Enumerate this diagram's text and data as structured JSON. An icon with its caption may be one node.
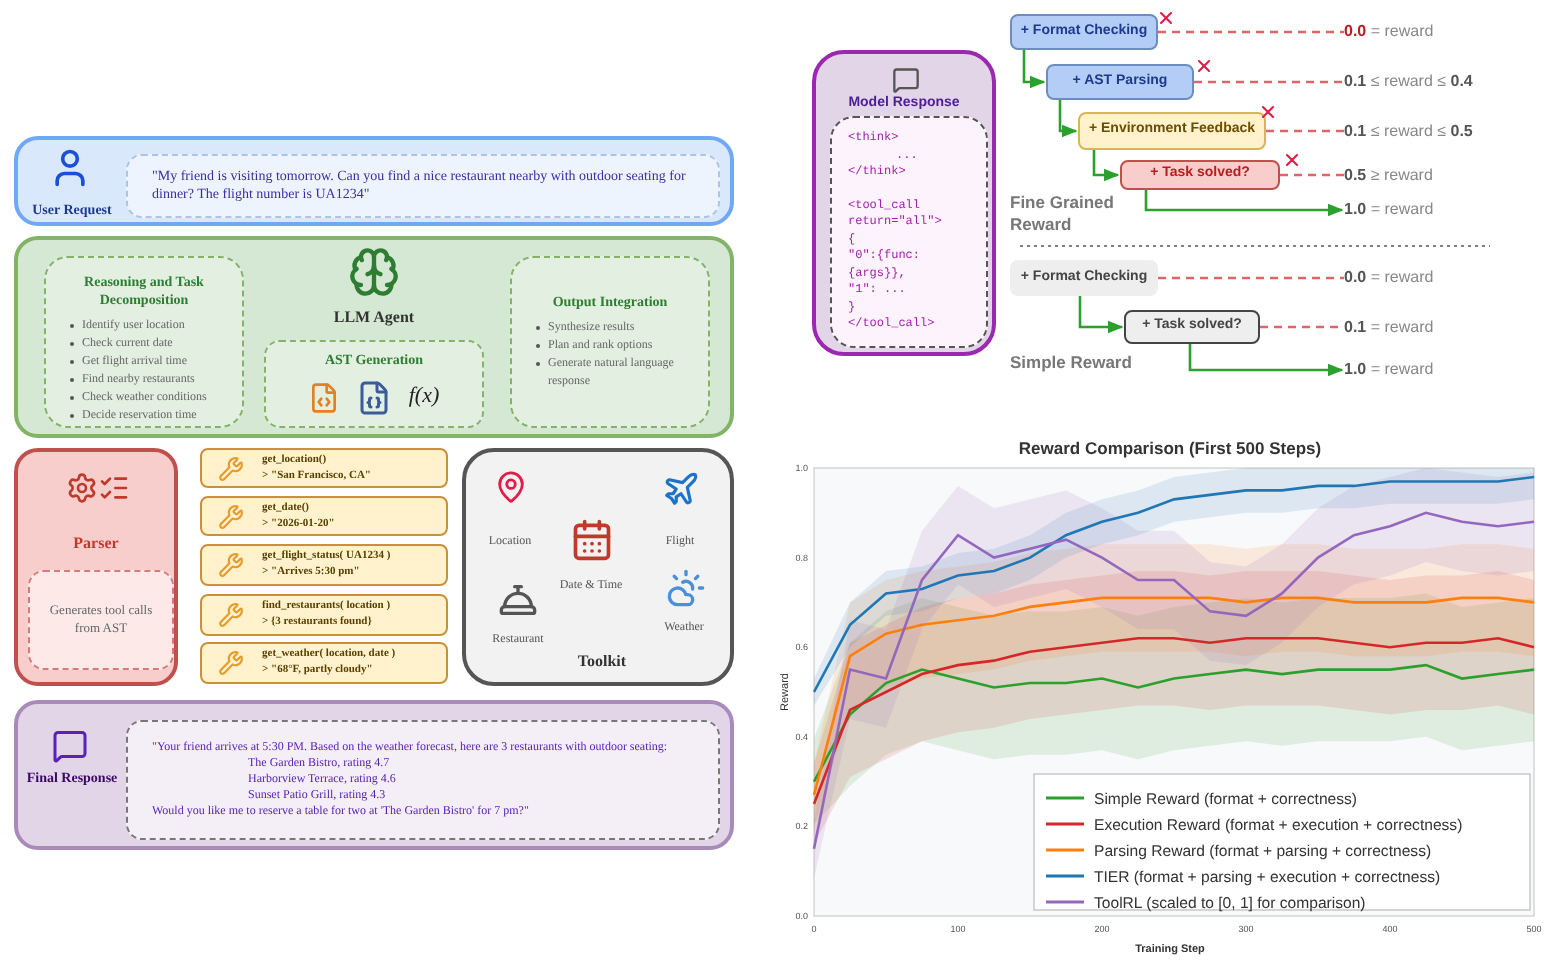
{
  "diagram": {
    "nodes": [
      {
        "text": [
          "User Request"
        ]
      },
      {
        "text": [
          "\"My friend is visiting tomorrow. Can you find a nice restaurant nearby with outdoor seating for dinner? The flight number is UA1234\""
        ],
        "in": 0
      },
      {
        "text": [
          "LLM Agent"
        ]
      },
      {
        "text": [
          "Reasoning and Task Decomposition",
          "Identify user location",
          "Check current date",
          "Get flight arrival time",
          "Find nearby restaurants",
          "Check weather conditions",
          "Decide reservation time"
        ],
        "in": 2
      },
      {
        "text": [
          "AST Generation",
          "f(x)"
        ],
        "in": 2
      },
      {
        "text": [
          "Output Integration",
          "Synthesize results",
          "Plan and rank options",
          "Generate natural language response"
        ],
        "in": 2
      },
      {
        "text": [
          "Parser"
        ]
      },
      {
        "text": [
          "Generates tool calls from AST"
        ],
        "in": 6
      },
      {
        "text": [
          "get_location()",
          "> \"San Francisco, CA\""
        ]
      },
      {
        "text": [
          "get_date()",
          "> \"2026-01-20\""
        ]
      },
      {
        "text": [
          "get_flight_status( UA1234 )",
          "> \"Arrives 5:30 pm\""
        ]
      },
      {
        "text": [
          "find_restaurants( location )",
          "> {3 restaurants found}"
        ]
      },
      {
        "text": [
          "get_weather( location, date )",
          "> \"68°F, partly cloudy\""
        ]
      },
      {
        "text": [
          "Location",
          "Flight",
          "Date & Time",
          "Weather",
          "Restaurant",
          "Toolkit"
        ]
      },
      {
        "text": [
          "Final Response"
        ]
      },
      {
        "text": [
          "\"Your friend arrives at 5:30 PM. Based on the weather forecast, here are 3 restaurants with outdoor seating:",
          "The Garden Bistro, rating 4.7",
          "Harborview Terrace, rating 4.6",
          "Sunset Patio Grill, rating 4.3",
          "Would you like me to reserve a table for two at 'The Garden Bistro' for 7 pm?\""
        ],
        "in": 14
      },
      {
        "text": [
          "Model Response"
        ]
      },
      {
        "text": [
          "<think>",
          "...",
          "</think>",
          "<tool_call return=\"all\">",
          "{",
          "\"0\":{func: {args}},",
          "\"1\": ...",
          "}",
          "</tool_call>"
        ],
        "in": 16
      },
      {
        "text": [
          "+ Format Checking"
        ]
      },
      {
        "text": [
          "+ AST Parsing"
        ]
      },
      {
        "text": [
          "+ Environment Feedback"
        ]
      },
      {
        "text": [
          "+ Task solved?"
        ]
      },
      {
        "text": [
          "**0.0** = reward"
        ]
      },
      {
        "text": [
          "**0.1** ≤ reward ≤ **0.4**"
        ]
      },
      {
        "text": [
          "**0.1** ≤ reward ≤ **0.5**"
        ]
      },
      {
        "text": [
          "**0.5** ≥ reward"
        ]
      },
      {
        "text": [
          "**1.0** = reward"
        ]
      },
      {
        "text": [
          "+ Format Checking"
        ]
      },
      {
        "text": [
          "+ Task solved?"
        ]
      },
      {
        "text": [
          "**0.0** = reward"
        ]
      },
      {
        "text": [
          "**0.1** = reward"
        ]
      },
      {
        "text": [
          "**1.0** = reward"
        ]
      }
    ],
    "edges": [
      {
        "from": 18,
        "to": 19,
        "arrow": "to"
      },
      {
        "from": 19,
        "to": 20,
        "arrow": "to"
      },
      {
        "from": 20,
        "to": 21,
        "arrow": "to"
      },
      {
        "from": 21,
        "to": 26,
        "arrow": "to"
      },
      {
        "from": 18,
        "to": 22,
        "arrow": "none",
        "style": "dashed",
        "color": "#e06666"
      },
      {
        "from": 19,
        "to": 23,
        "arrow": "none",
        "style": "dashed",
        "color": "#e06666"
      },
      {
        "from": 20,
        "to": 24,
        "arrow": "none",
        "style": "dashed",
        "color": "#e06666"
      },
      {
        "from": 21,
        "to": 25,
        "arrow": "none",
        "style": "dashed",
        "color": "#e06666"
      },
      {
        "from": 27,
        "to": 28,
        "arrow": "to"
      },
      {
        "from": 28,
        "to": 31,
        "arrow": "to"
      },
      {
        "from": 27,
        "to": 29,
        "arrow": "none",
        "style": "dashed",
        "color": "#e06666"
      },
      {
        "from": 28,
        "to": 30,
        "arrow": "none",
        "style": "dashed",
        "color": "#e06666"
      }
    ],
    "labels": [
      "Fine Grained Reward",
      "Simple Reward"
    ],
    "chart_data": {
      "type": "line",
      "title": "Reward Comparison (First 500 Steps)",
      "xlabel": "Training Step",
      "ylabel": "Reward",
      "x": [
        0,
        25,
        50,
        75,
        100,
        125,
        150,
        175,
        200,
        225,
        250,
        275,
        300,
        325,
        350,
        375,
        400,
        425,
        450,
        475,
        500
      ],
      "series": [
        {
          "name": "Simple Reward (format + correctness)",
          "color": "#2ca02c",
          "values": [
            0.3,
            0.45,
            0.52,
            0.55,
            0.53,
            0.51,
            0.52,
            0.52,
            0.53,
            0.51,
            0.53,
            0.54,
            0.55,
            0.54,
            0.55,
            0.55,
            0.55,
            0.56,
            0.53,
            0.54,
            0.55
          ]
        },
        {
          "name": "Execution Reward (format + execution + correctness)",
          "color": "#d62728",
          "values": [
            0.25,
            0.46,
            0.5,
            0.54,
            0.56,
            0.57,
            0.59,
            0.6,
            0.61,
            0.62,
            0.62,
            0.61,
            0.62,
            0.62,
            0.62,
            0.61,
            0.6,
            0.61,
            0.61,
            0.62,
            0.6
          ]
        },
        {
          "name": "Parsing Reward (format + parsing + correctness)",
          "color": "#ff7f0e",
          "values": [
            0.27,
            0.58,
            0.63,
            0.65,
            0.66,
            0.67,
            0.69,
            0.7,
            0.71,
            0.71,
            0.71,
            0.71,
            0.7,
            0.71,
            0.71,
            0.7,
            0.7,
            0.7,
            0.71,
            0.71,
            0.7
          ]
        },
        {
          "name": "TIER (format + parsing + execution + correctness)",
          "color": "#1f77b4",
          "values": [
            0.5,
            0.65,
            0.72,
            0.73,
            0.76,
            0.77,
            0.8,
            0.85,
            0.88,
            0.9,
            0.93,
            0.94,
            0.95,
            0.95,
            0.96,
            0.96,
            0.97,
            0.97,
            0.97,
            0.97,
            0.98
          ]
        },
        {
          "name": "ToolRL (scaled to [0, 1] for comparison)",
          "color": "#9467bd",
          "values": [
            0.15,
            0.55,
            0.53,
            0.75,
            0.85,
            0.8,
            0.82,
            0.84,
            0.8,
            0.75,
            0.75,
            0.68,
            0.67,
            0.72,
            0.8,
            0.85,
            0.87,
            0.9,
            0.88,
            0.87,
            0.88
          ]
        }
      ],
      "legend": "lower right",
      "xlim": [
        0,
        500
      ],
      "ylim": [
        0,
        1
      ],
      "xticks": [
        0,
        100,
        200,
        300,
        400,
        500
      ],
      "yticks": [
        {
          "value": 0,
          "label": "0.0"
        },
        {
          "value": 0.2,
          "label": "0.2"
        },
        {
          "value": 0.4,
          "label": "0.4"
        },
        {
          "value": 0.6,
          "label": "0.6"
        },
        {
          "value": 0.8,
          "label": "0.8"
        },
        {
          "value": 1,
          "label": "1.0"
        }
      ]
    }
  }
}
